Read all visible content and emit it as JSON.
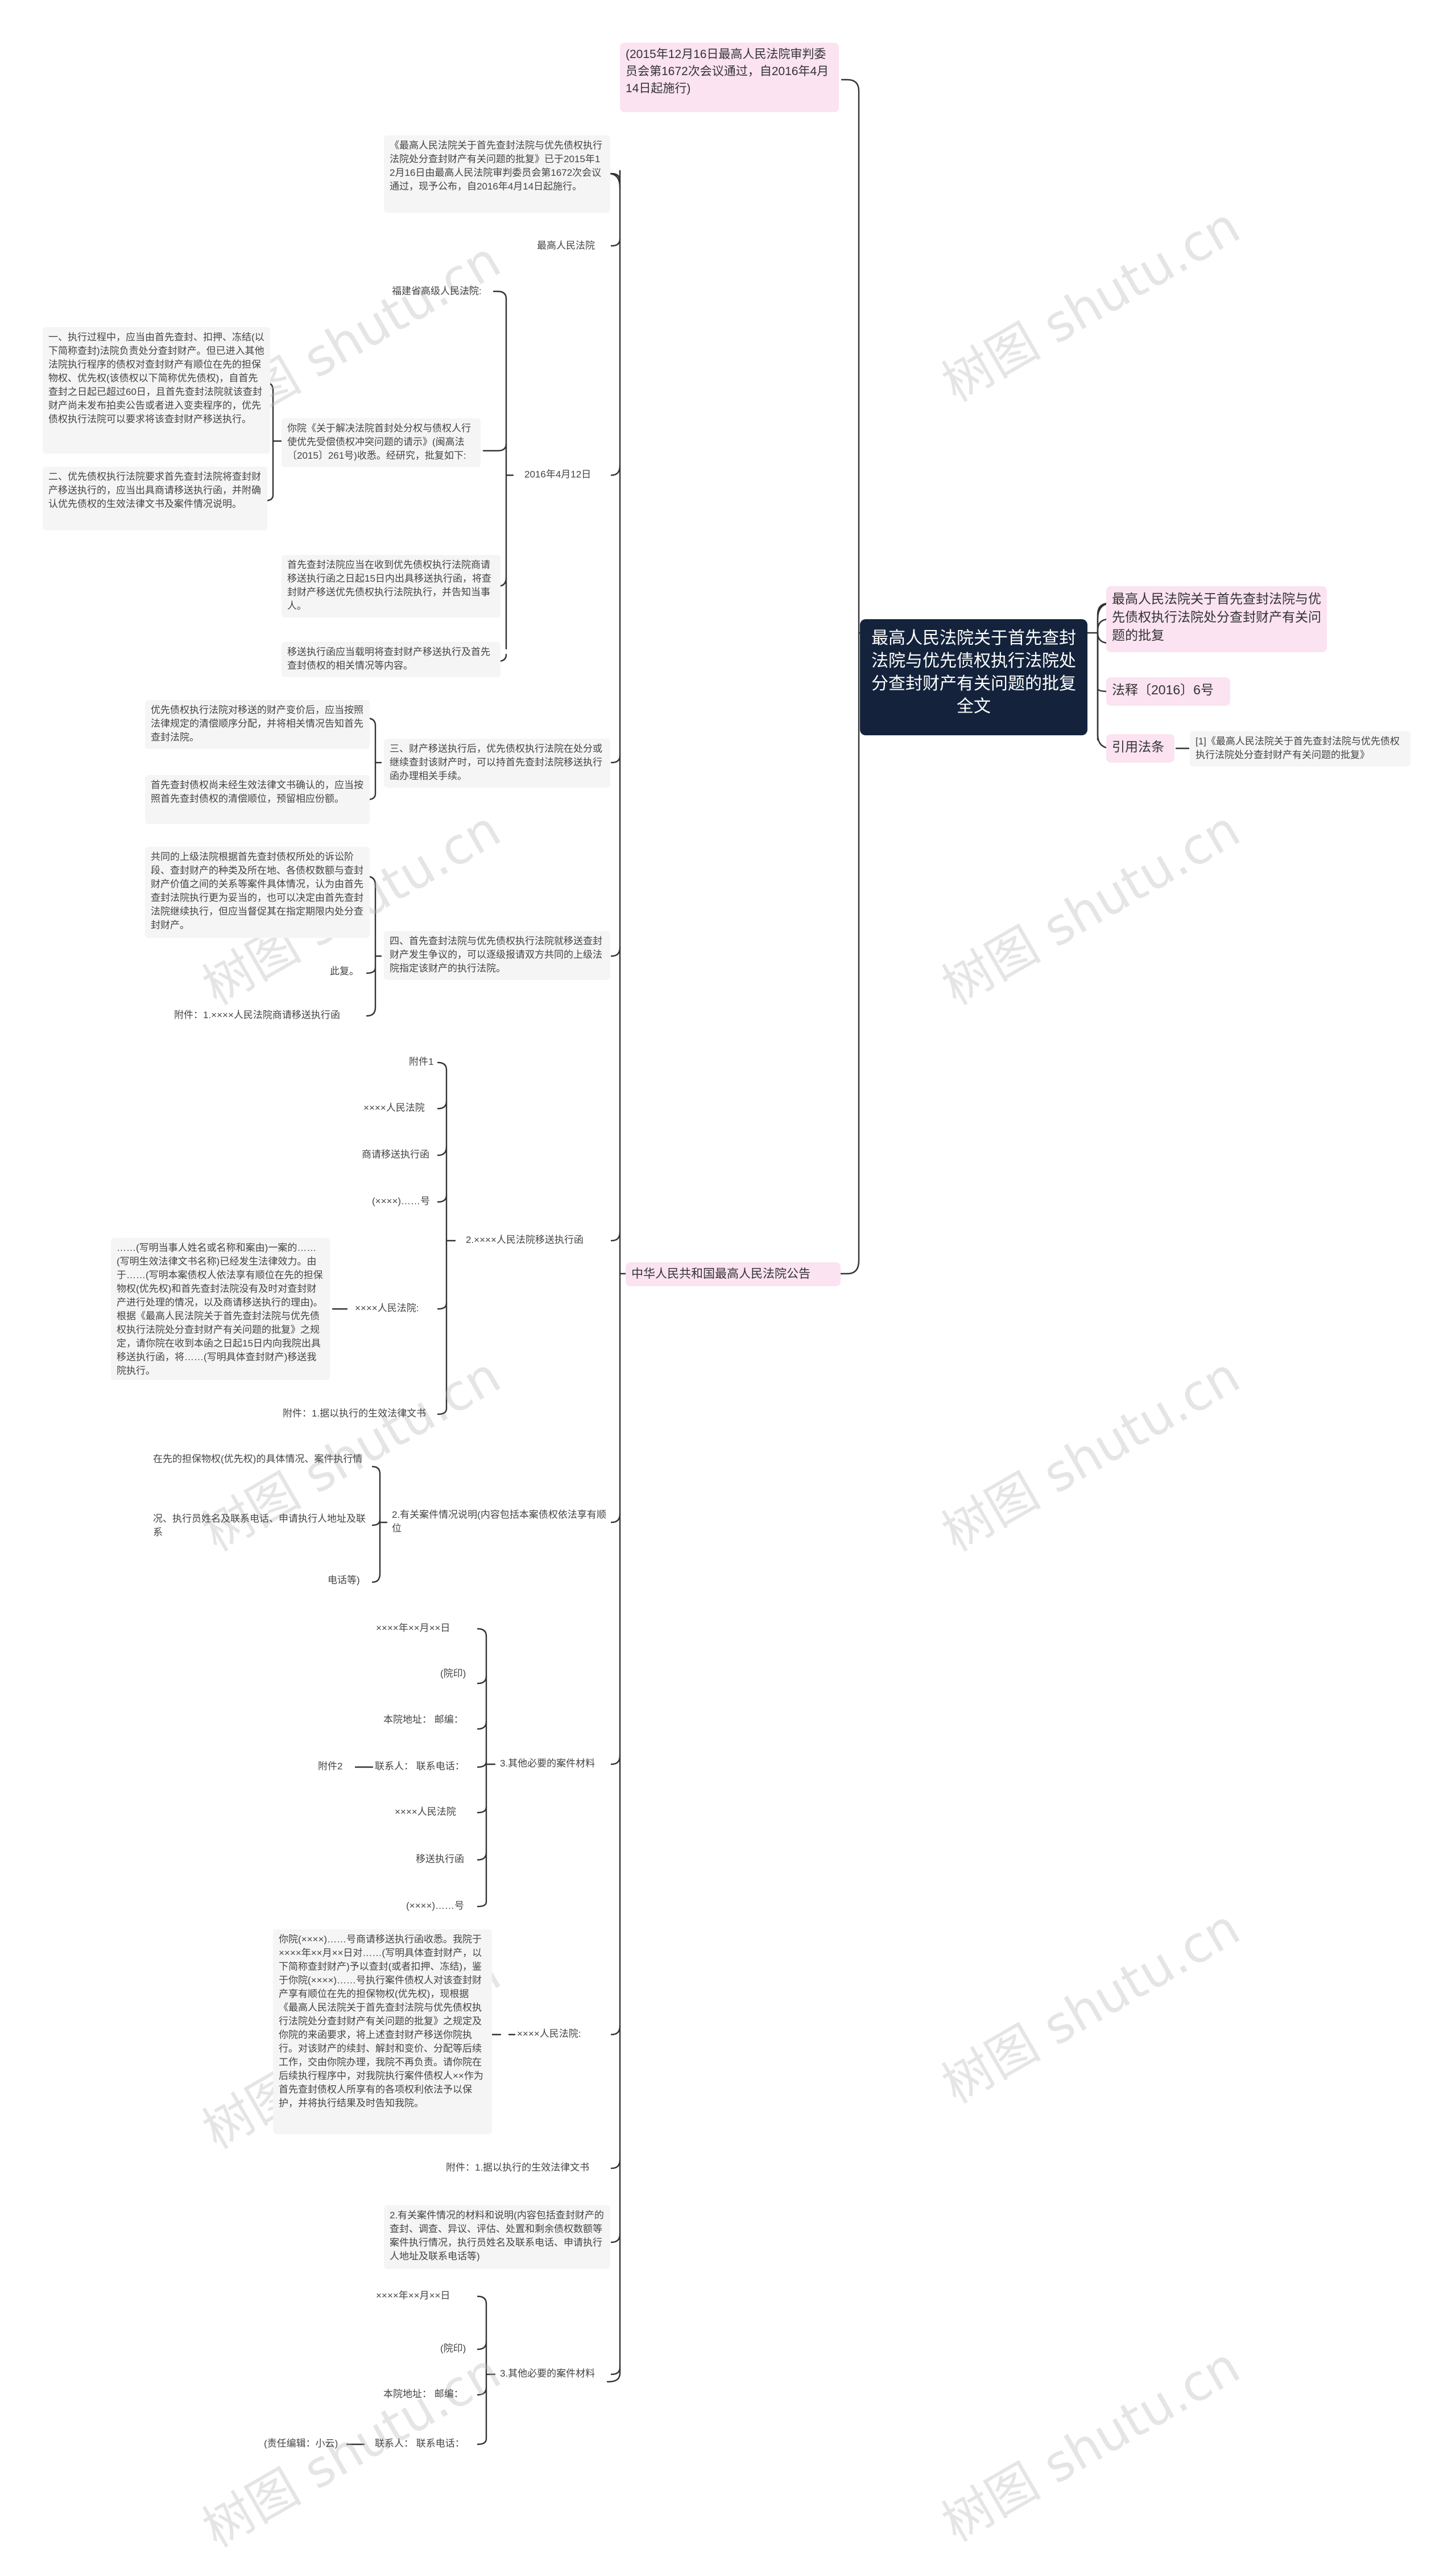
{
  "root": "最高人民法院关于首先查封法院与优先债权执行法院处分查封财产有关问题的批复全文",
  "right": {
    "title": "最高人民法院关于首先查封法院与优先债权执行法院处分查封财产有关问题的批复",
    "docno": "法释〔2016〕6号",
    "cite_label": "引用法条",
    "cite_item": "[1]《最高人民法院关于首先查封法院与优先债权执行法院处分查封财产有关问题的批复》"
  },
  "left": {
    "meeting": "(2015年12月16日最高人民法院审判委员会第1672次会议通过，自2016年4月14日起施行)",
    "gazette": "中华人民共和国最高人民法院公告"
  },
  "g": {
    "announce": "《最高人民法院关于首先查封法院与优先债权执行法院处分查封财产有关问题的批复》已于2015年12月16日由最高人民法院审判委员会第1672次会议通过，现予公布，自2016年4月14日起施行。",
    "court": "最高人民法院",
    "date": "2016年4月12日",
    "fujian": "福建省高级人民法院:",
    "item1": "一、执行过程中，应当由首先查封、扣押、冻结(以下简称查封)法院负责处分查封财产。但已进入其他法院执行程序的债权对查封财产有顺位在先的担保物权、优先权(该债权以下简称优先债权)，自首先查封之日起已超过60日，且首先查封法院就该查封财产尚未发布拍卖公告或者进入变卖程序的，优先债权执行法院可以要求将该查封财产移送执行。",
    "item2": "二、优先债权执行法院要求首先查封法院将查封财产移送执行的，应当出具商请移送执行函，并附确认优先债权的生效法律文书及案件情况说明。",
    "reply": "你院《关于解决法院首封处分权与债权人行使优先受偿债权冲突问题的请示》(闽高法〔2015〕261号)收悉。经研究，批复如下:",
    "p15": "首先查封法院应当在收到优先债权执行法院商请移送执行函之日起15日内出具移送执行函，将查封财产移送优先债权执行法院执行，并告知当事人。",
    "letter": "移送执行函应当载明将查封财产移送执行及首先查封债权的相关情况等内容。",
    "item3": "三、财产移送执行后，优先债权执行法院在处分或继续查封该财产时，可以持首先查封法院移送执行函办理相关手续。",
    "i3a": "优先债权执行法院对移送的财产变价后，应当按照法律规定的清偿顺序分配，并将相关情况告知首先查封法院。",
    "i3b": "首先查封债权尚未经生效法律文书确认的，应当按照首先查封债权的清偿顺位，预留相应份额。",
    "item4": "四、首先查封法院与优先债权执行法院就移送查封财产发生争议的，可以逐级报请双方共同的上级法院指定该财产的执行法院。",
    "i4a": "共同的上级法院根据首先查封债权所处的诉讼阶段、查封财产的种类及所在地、各债权数额与查封财产价值之间的关系等案件具体情况，认为由首先查封法院执行更为妥当的，也可以决定由首先查封法院继续执行，但应当督促其在指定期限内处分查封财产。",
    "i4b": "此复。",
    "i4c": "附件：1.××××人民法院商请移送执行函",
    "sec2": "2.××××人民法院移送执行函",
    "a1": "附件1",
    "a2": "××××人民法院",
    "a3": "商请移送执行函",
    "a4": "(××××)……号",
    "a5": "××××人民法院:",
    "a5t": "……(写明当事人姓名或名称和案由)一案的……(写明生效法律文书名称)已经发生法律效力。由于……(写明本案债权人依法享有顺位在先的担保物权(优先权)和首先查封法院没有及时对查封财产进行处理的情况，以及商请移送执行的理由)。根据《最高人民法院关于首先查封法院与优先债权执行法院处分查封财产有关问题的批复》之规定，请你院在收到本函之日起15日内向我院出具移送执行函，将……(写明具体查封财产)移送我院执行。",
    "a6": "附件：1.据以执行的生效法律文书",
    "sec3": "2.有关案件情况说明(内容包括本案债权依法享有顺位",
    "b1": "在先的担保物权(优先权)的具体情况、案件执行情",
    "b2": "况、执行员姓名及联系电话、申请执行人地址及联系",
    "b3": "电话等)",
    "sec4": "3.其他必要的案件材料",
    "c1": "××××年××月××日",
    "c2": "(院印)",
    "c3": "本院地址：  邮编：",
    "c4": "联系人：  联系电话：",
    "c4l": "附件2",
    "c5": "××××人民法院",
    "c6": "移送执行函",
    "c7": "(××××)……号",
    "sec5": "××××人民法院:",
    "d1": "你院(××××)……号商请移送执行函收悉。我院于××××年××月××日对……(写明具体查封财产，以下简称查封财产)予以查封(或者扣押、冻结)，鉴于你院(××××)……号执行案件债权人对该查封财产享有顺位在先的担保物权(优先权)，现根据《最高人民法院关于首先查封法院与优先债权执行法院处分查封财产有关问题的批复》之规定及你院的来函要求，将上述查封财产移送你院执行。对该财产的续封、解封和变价、分配等后续工作，交由你院办理，我院不再负责。请你院在后续执行程序中，对我院执行案件债权人××作为首先查封债权人所享有的各项权利依法予以保护，并将执行结果及时告知我院。",
    "sec6": "附件：1.据以执行的生效法律文书",
    "sec7": "2.有关案件情况的材料和说明(内容包括查封财产的查封、调查、异议、评估、处置和剩余债权数额等案件执行情况，执行员姓名及联系电话、申请执行人地址及联系电话等)",
    "sec8": "3.其他必要的案件材料",
    "e1": "××××年××月××日",
    "e2": "(院印)",
    "e3": "本院地址：  邮编：",
    "e4": "联系人：  联系电话：",
    "e4l": "(责任编辑：小云)"
  },
  "watermark": "树图 shutu.cn",
  "colors": {
    "root_bg": "#14233b",
    "pink": "#fbe3f1",
    "node_bg": "#f5f5f5",
    "line": "#333333"
  }
}
